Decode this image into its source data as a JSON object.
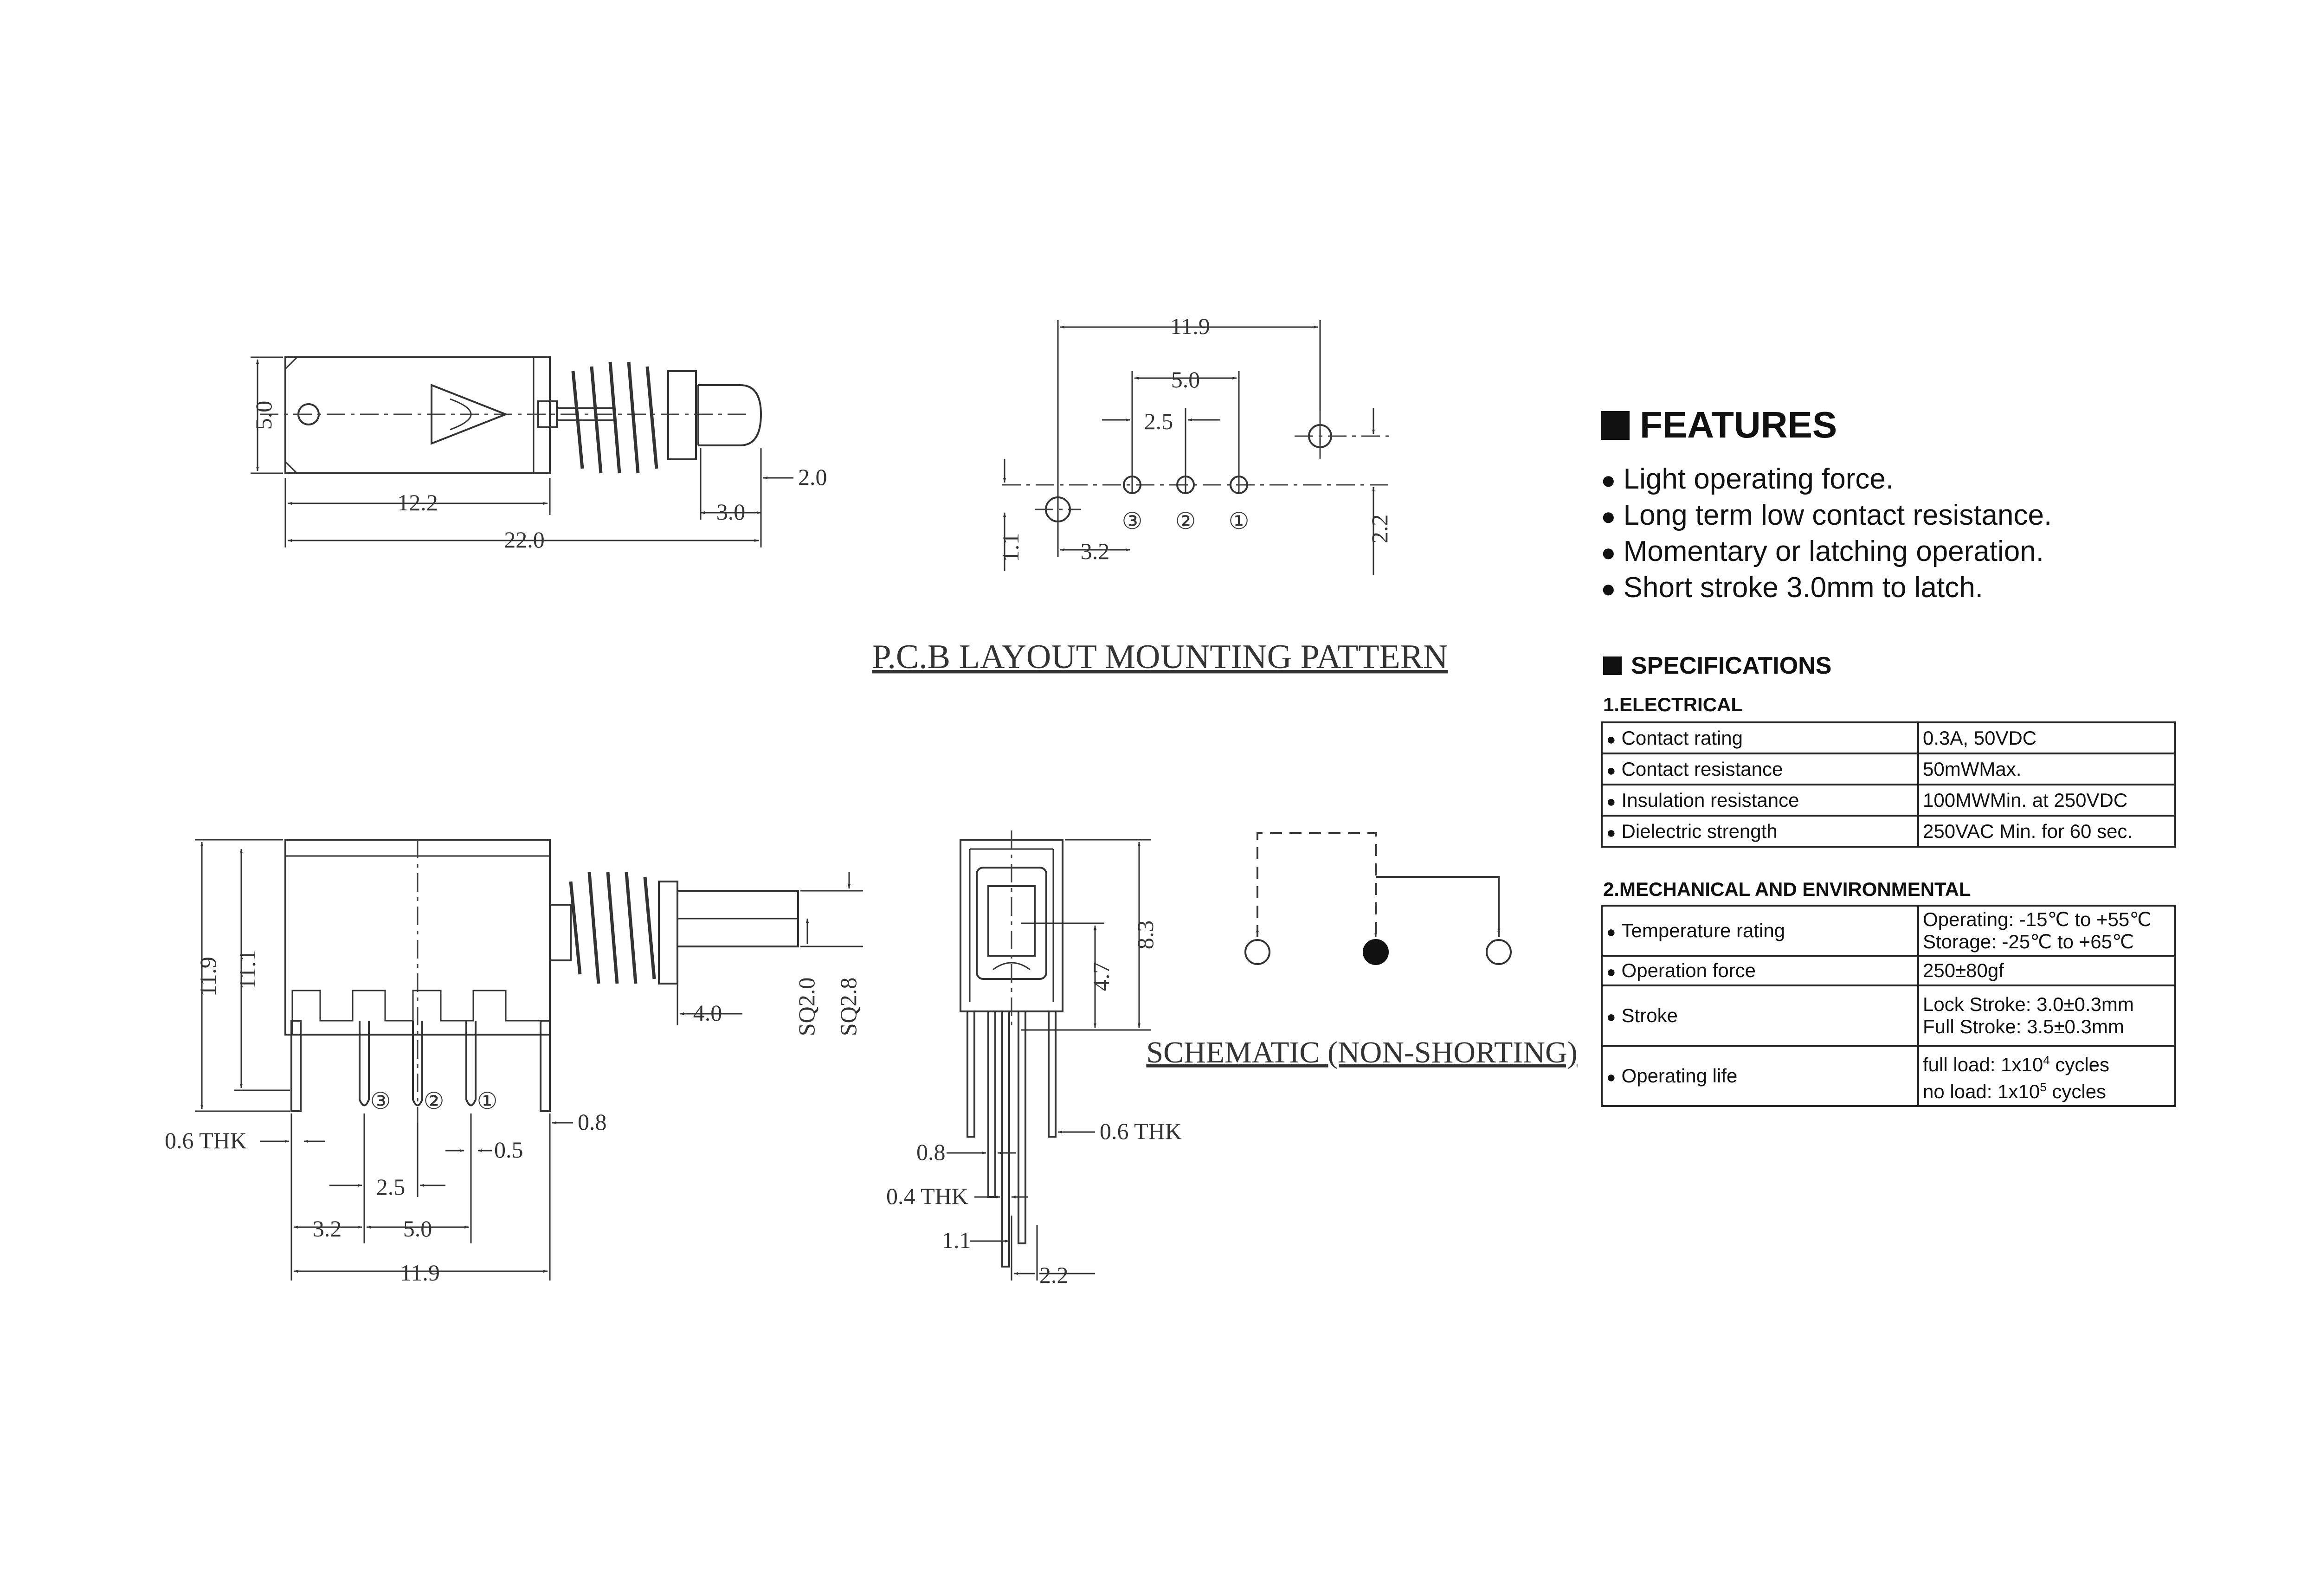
{
  "drawing": {
    "side_view": {
      "dims": {
        "height": "5.0",
        "body_len": "12.2",
        "total_len": "22.0",
        "travel": "3.0",
        "button": "2.0"
      }
    },
    "pcb_layout": {
      "dims": {
        "overall_w": "11.9",
        "pin_span": "5.0",
        "pin_pitch": "2.5",
        "offset_x": "3.2",
        "offset_y": "1.1",
        "row_gap": "2.2"
      },
      "pins": [
        "③",
        "②",
        "①"
      ],
      "caption": "P.C.B LAYOUT MOUNTING PATTERN"
    },
    "front_view": {
      "dims": {
        "height": "11.9",
        "inner_h": "11.1",
        "thk": "0.6 THK",
        "pitch": "2.5",
        "span_left": "3.2",
        "span_mid": "5.0",
        "width": "11.9",
        "pin_w": "0.5",
        "pin_end": "0.8",
        "stroke": "4.0",
        "sq1": "SQ2.0",
        "sq2": "SQ2.8"
      },
      "pins": [
        "③",
        "②",
        "①"
      ]
    },
    "end_view": {
      "dims": {
        "height": "8.3",
        "inner": "4.7",
        "thk": "0.6 THK",
        "w1": "0.8",
        "w2": "0.4 THK",
        "w3": "1.1",
        "w4": "2.2"
      }
    },
    "schematic": {
      "caption": "SCHEMATIC (NON-SHORTING)"
    }
  },
  "features": {
    "title": "FEATURES",
    "items": [
      "Light operating force.",
      "Long term low contact resistance.",
      "Momentary or latching operation.",
      "Short stroke 3.0mm to latch."
    ]
  },
  "specifications": {
    "title": "SPECIFICATIONS",
    "electrical": {
      "heading": "1.ELECTRICAL",
      "rows": [
        {
          "label": "Contact rating",
          "value": "0.3A, 50VDC"
        },
        {
          "label": "Contact resistance",
          "value": "50mWMax."
        },
        {
          "label": "Insulation resistance",
          "value": "100MWMin. at 250VDC"
        },
        {
          "label": "Dielectric strength",
          "value": "250VAC Min. for 60 sec."
        }
      ]
    },
    "mechanical": {
      "heading": "2.MECHANICAL AND ENVIRONMENTAL",
      "rows": [
        {
          "label": "Temperature rating",
          "lines": [
            "Operating: -15℃ to +55℃",
            "Storage: -25℃ to +65℃"
          ]
        },
        {
          "label": "Operation force",
          "lines": [
            "250±80gf"
          ]
        },
        {
          "label": "Stroke",
          "lines": [
            "Lock Stroke: 3.0±0.3mm",
            "Full Stroke: 3.5±0.3mm"
          ]
        },
        {
          "label": "Operating life",
          "lines": [
            "full load: 1x10",
            "no load: 1x10"
          ],
          "sup": [
            "4",
            "5"
          ],
          "suffix": [
            " cycles",
            " cycles"
          ]
        }
      ]
    }
  }
}
